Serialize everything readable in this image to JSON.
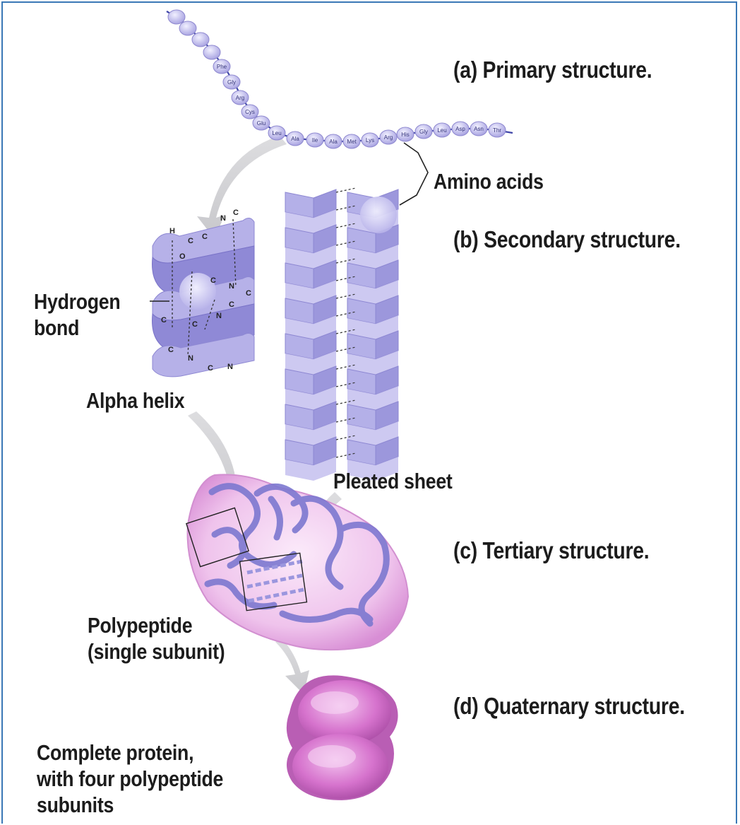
{
  "headings": {
    "primary": "(a) Primary structure.",
    "secondary": "(b) Secondary structure.",
    "tertiary": "(c) Tertiary structure.",
    "quaternary": "(d) Quaternary structure."
  },
  "labels": {
    "amino_acids": "Amino acids",
    "hydrogen_bond": [
      "Hydrogen",
      "bond"
    ],
    "alpha_helix": "Alpha helix",
    "pleated_sheet": "Pleated sheet",
    "polypeptide": [
      "Polypeptide",
      "(single subunit)"
    ],
    "complete_protein": [
      "Complete protein,",
      "with four polypeptide",
      "subunits"
    ]
  },
  "amino_acid_chain": [
    "Phe",
    "Gly",
    "Arg",
    "Cys",
    "Glu",
    "Leu",
    "Ala",
    "Ile",
    "Ala",
    "Met",
    "Lys",
    "Arg",
    "His",
    "Gly",
    "Leu",
    "Asp",
    "Asn",
    "Thr"
  ],
  "colors": {
    "frame": "#3a78b6",
    "bead": "#c9c5ec",
    "helix": "#a39fde",
    "sheet": "#aaa6e2",
    "globule": "#e7b3e5",
    "subunit": "#d36fca"
  }
}
